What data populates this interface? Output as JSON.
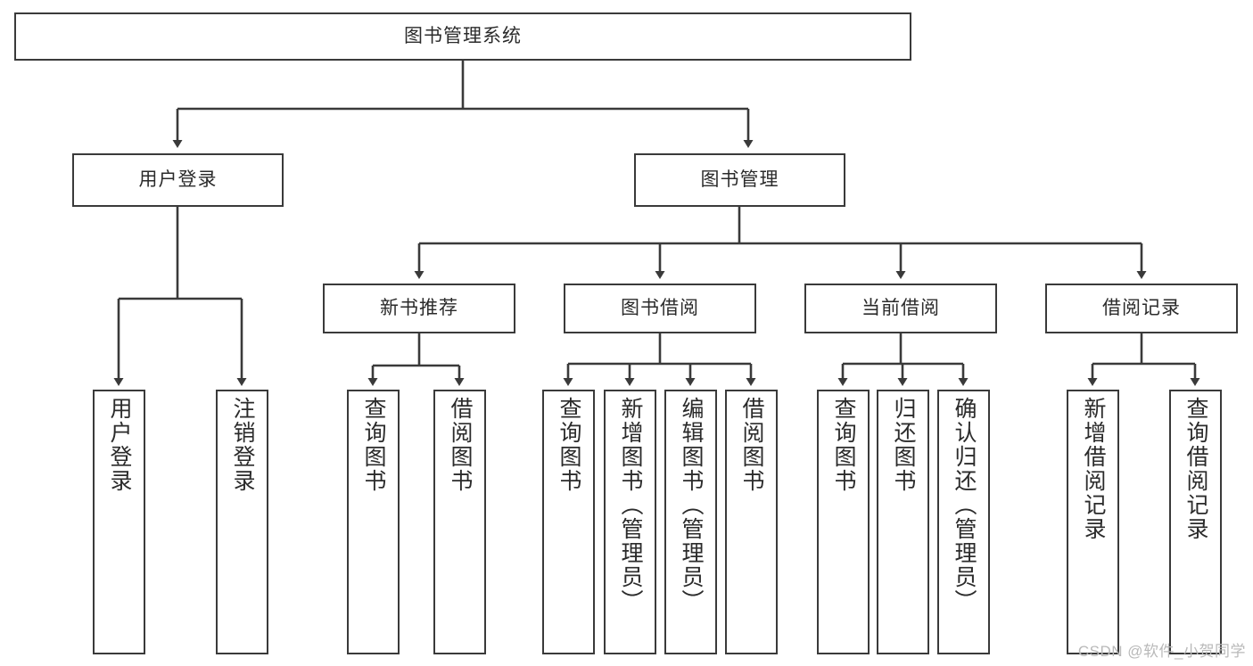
{
  "diagram": {
    "title": "图书管理系统",
    "type": "hierarchy-tree",
    "root": {
      "label": "图书管理系统"
    },
    "level2": [
      {
        "label": "用户登录"
      },
      {
        "label": "图书管理"
      }
    ],
    "level3": [
      {
        "label": "新书推荐"
      },
      {
        "label": "图书借阅"
      },
      {
        "label": "当前借阅"
      },
      {
        "label": "借阅记录"
      }
    ],
    "leaves": {
      "user_login": [
        {
          "label": "用户登录"
        },
        {
          "label": "注销登录"
        }
      ],
      "new_book_recommend": [
        {
          "label": "查询图书"
        },
        {
          "label": "借阅图书"
        }
      ],
      "book_borrow": [
        {
          "label": "查询图书"
        },
        {
          "label": "新增图书（管理员）"
        },
        {
          "label": "编辑图书（管理员）"
        },
        {
          "label": "借阅图书"
        }
      ],
      "current_borrow": [
        {
          "label": "查询图书"
        },
        {
          "label": "归还图书"
        },
        {
          "label": "确认归还（管理员）"
        }
      ],
      "borrow_record": [
        {
          "label": "新增借阅记录"
        },
        {
          "label": "查询借阅记录"
        }
      ]
    },
    "watermark": "CSDN @软件_小贺同学",
    "colors": {
      "stroke": "#3a3a3a",
      "fill": "#ffffff",
      "text": "#2b2b2b",
      "watermark": "#b9b9b9"
    }
  }
}
